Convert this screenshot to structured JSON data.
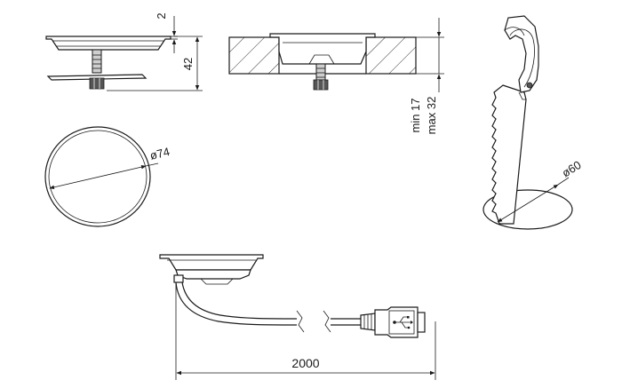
{
  "dimensions": {
    "flange_thickness": "2",
    "total_height": "42",
    "min_thickness": "min 17",
    "max_thickness": "max 32",
    "diameter_body": "ø74",
    "diameter_hole": "ø60",
    "cable_length": "2000"
  },
  "colors": {
    "line": "#1a1a1a",
    "hatch": "#1a1a1a",
    "metal": "#cfcfcf"
  },
  "icons": [
    "usb-symbol-icon",
    "arrow-icon"
  ]
}
